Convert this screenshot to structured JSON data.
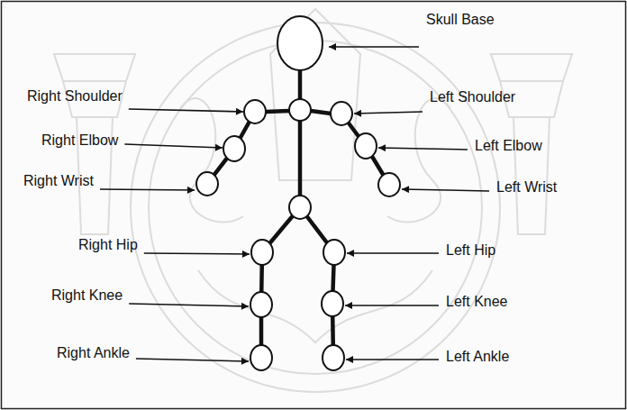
{
  "diagram": {
    "labels": [
      "Skull Base",
      "Right Shoulder",
      "Left Shoulder",
      "Right Elbow",
      "Left Elbow",
      "Right Wrist",
      "Left Wrist",
      "Right Hip",
      "Left Hip",
      "Right Knee",
      "Left Knee",
      "Right Ankle",
      "Left Ankle"
    ]
  }
}
